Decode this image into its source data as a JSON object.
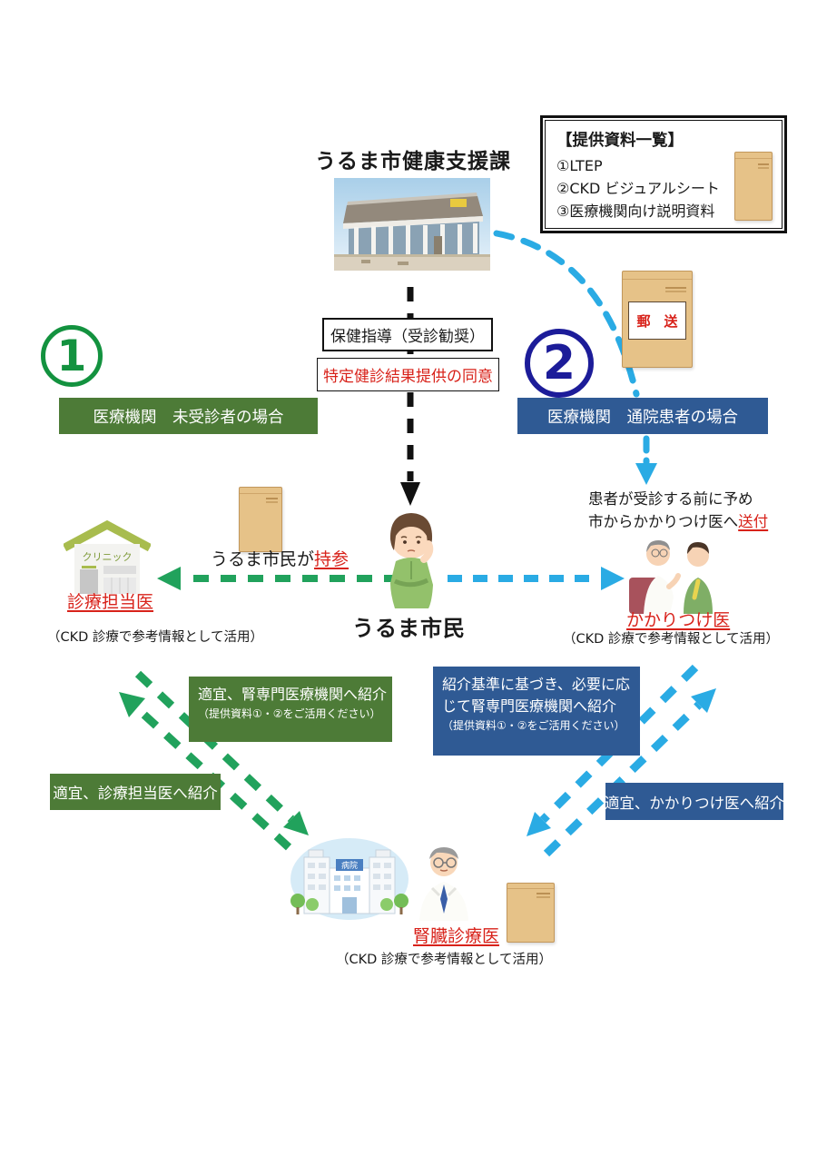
{
  "title": "うるま市健康支援課",
  "colors": {
    "green_banner": "#4d7b37",
    "blue_banner": "#2f5a94",
    "green_arrow": "#21a25c",
    "blue_arrow": "#2aabe4",
    "red_text": "#d8221a",
    "navy_number": "#1c1c99",
    "green_number": "#13923f",
    "envelope": "#e6c288"
  },
  "materials_box": {
    "title": "【提供資料一覧】",
    "items": [
      "①LTEP",
      "②CKD ビジュアルシート",
      "③医療機関向け説明資料"
    ]
  },
  "flow": {
    "step_box1": "保健指導（受診勧奨）",
    "step_box2": "特定健診結果提供の同意"
  },
  "branch1": {
    "number": "1",
    "banner": "医療機関　未受診者の場合",
    "referral_specialist_line1": "適宜、腎専門医療機関へ紹介",
    "referral_specialist_line2": "（提供資料①・②をご活用ください）",
    "referral_back": "適宜、診療担当医へ紹介"
  },
  "branch2": {
    "number": "2",
    "banner": "医療機関　通院患者の場合",
    "mail_label": "郵　送",
    "send_note_line1": "患者が受診する前に予め",
    "send_note_line2_prefix": "市からかかりつけ医へ",
    "send_note_line2_highlight": "送付",
    "referral_specialist_line1": "紹介基準に基づき、必要に応",
    "referral_specialist_line2": "じて腎専門医療機関へ紹介",
    "referral_specialist_line3": "（提供資料①・②をご活用ください）",
    "referral_back": "適宜、かかりつけ医へ紹介"
  },
  "citizen": {
    "label": "うるま市民",
    "carry_prefix": "うるま市民が",
    "carry_highlight": "持参"
  },
  "clinic": {
    "sign": "クリニック",
    "label": "診療担当医",
    "note": "（CKD 診療で参考情報として活用）"
  },
  "family_doctor": {
    "label": "かかりつけ医",
    "note": "（CKD 診療で参考情報として活用）"
  },
  "kidney_doctor": {
    "hospital_sign": "病院",
    "label": "腎臓診療医",
    "note": "（CKD 診療で参考情報として活用）"
  }
}
